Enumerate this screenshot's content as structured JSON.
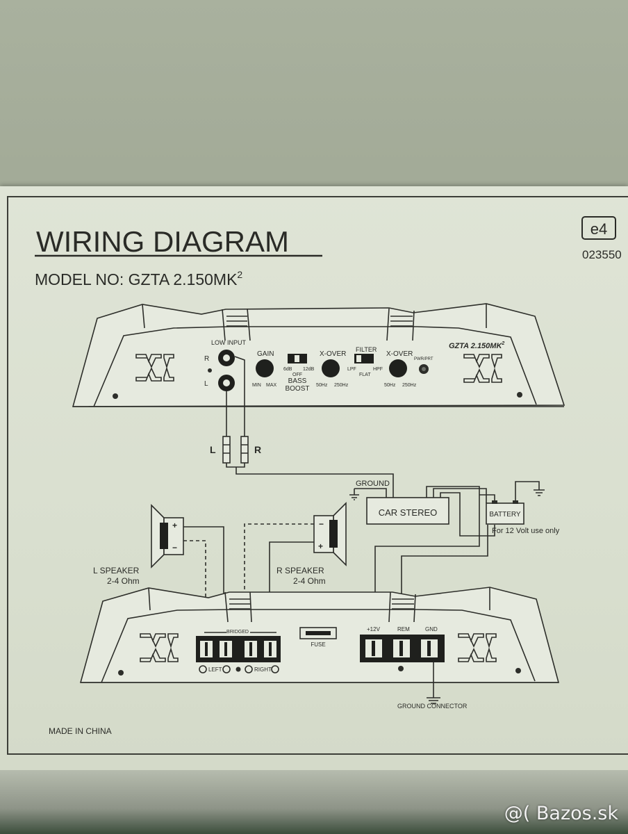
{
  "title": "WIRING DIAGRAM",
  "model_prefix": "MODEL NO: GZTA 2.150MK",
  "model_sup": "2",
  "cert_mark": "e4",
  "cert_number": "023550",
  "top_amp": {
    "low_input": "LOW INPUT",
    "ch_r": "R",
    "ch_l": "L",
    "gain": "GAIN",
    "min": "MIN",
    "max": "MAX",
    "boost_6db": "6dB",
    "boost_off": "OFF",
    "boost_12db": "12dB",
    "bass": "BASS",
    "boost": "BOOST",
    "xover": "X-OVER",
    "hz50": "50Hz",
    "hz250": "250Hz",
    "filter": "FILTER",
    "lpf": "LPF",
    "flat": "FLAT",
    "hpf": "HPF",
    "pwr_prt": "PWR/PRT",
    "badge": "GZTA 2.150MK",
    "badge_sup": "2"
  },
  "rca_l": "L",
  "rca_r": "R",
  "ground": "GROUND",
  "car_stereo": "CAR STEREO",
  "battery": "BATTERY",
  "battery_note": "For 12 Volt use only",
  "l_speaker": "L SPEAKER",
  "l_speaker_ohm": "2-4 Ohm",
  "r_speaker": "R SPEAKER",
  "r_speaker_ohm": "2-4 Ohm",
  "bottom_amp": {
    "bridged": "BRIDGED",
    "left": "LEFT",
    "right": "RIGHT",
    "fuse": "FUSE",
    "p12v": "+12V",
    "rem": "REM",
    "gnd": "GND",
    "ground_connector": "GROUND CONNECTOR"
  },
  "made_in": "MADE IN CHINA",
  "watermark": "@( Bazos.sk"
}
